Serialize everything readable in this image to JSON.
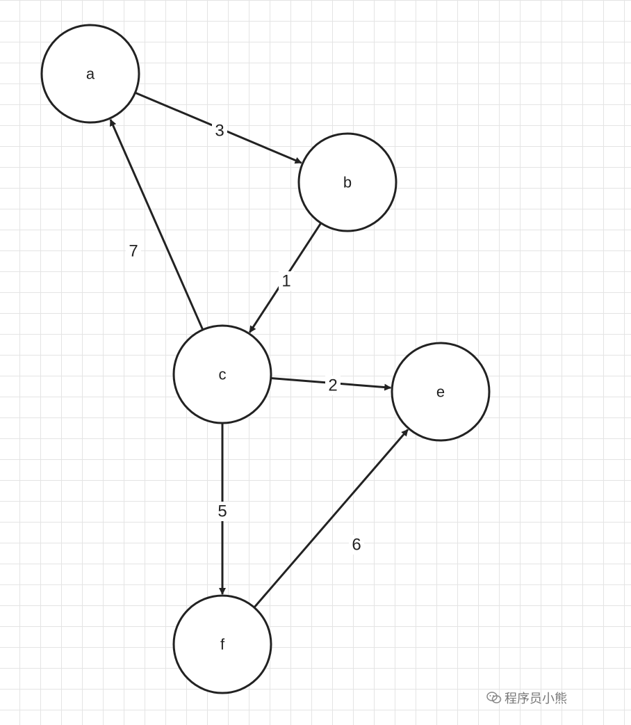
{
  "nodes": [
    {
      "id": "a",
      "label": "a"
    },
    {
      "id": "b",
      "label": "b"
    },
    {
      "id": "c",
      "label": "c"
    },
    {
      "id": "e",
      "label": "e"
    },
    {
      "id": "f",
      "label": "f"
    }
  ],
  "edges": [
    {
      "from": "a",
      "to": "b",
      "weight": "3"
    },
    {
      "from": "b",
      "to": "c",
      "weight": "1"
    },
    {
      "from": "c",
      "to": "a",
      "weight": "7"
    },
    {
      "from": "c",
      "to": "e",
      "weight": "2"
    },
    {
      "from": "c",
      "to": "f",
      "weight": "5"
    },
    {
      "from": "f",
      "to": "e",
      "weight": "6"
    }
  ],
  "watermark": {
    "text": "程序员小熊",
    "icon": "wechat-icon"
  }
}
